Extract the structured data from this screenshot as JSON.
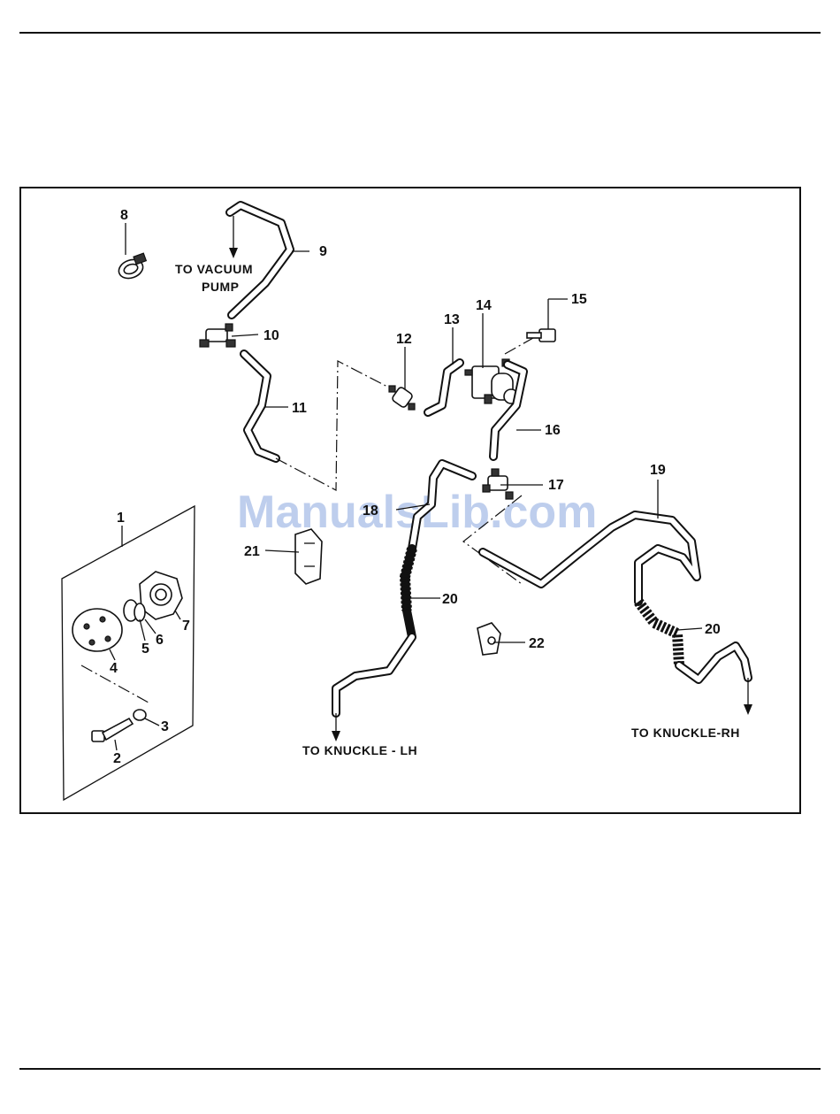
{
  "callouts": [
    {
      "id": "1",
      "label": "1"
    },
    {
      "id": "2",
      "label": "2"
    },
    {
      "id": "3",
      "label": "3"
    },
    {
      "id": "4",
      "label": "4"
    },
    {
      "id": "5",
      "label": "5"
    },
    {
      "id": "6",
      "label": "6"
    },
    {
      "id": "7",
      "label": "7"
    },
    {
      "id": "8",
      "label": "8"
    },
    {
      "id": "9",
      "label": "9"
    },
    {
      "id": "10",
      "label": "10"
    },
    {
      "id": "11",
      "label": "11"
    },
    {
      "id": "12",
      "label": "12"
    },
    {
      "id": "13",
      "label": "13"
    },
    {
      "id": "14",
      "label": "14"
    },
    {
      "id": "15",
      "label": "15"
    },
    {
      "id": "16",
      "label": "16"
    },
    {
      "id": "17",
      "label": "17"
    },
    {
      "id": "18",
      "label": "18"
    },
    {
      "id": "19",
      "label": "19"
    },
    {
      "id": "20a",
      "label": "20"
    },
    {
      "id": "20b",
      "label": "20"
    },
    {
      "id": "21",
      "label": "21"
    },
    {
      "id": "22",
      "label": "22"
    }
  ],
  "captions": {
    "vacuum_line1": "TO VACUUM",
    "vacuum_line2": "PUMP",
    "knuckle_lh": "TO KNUCKLE - LH",
    "knuckle_rh": "TO KNUCKLE-RH"
  },
  "watermark": "ManualsLib.com"
}
